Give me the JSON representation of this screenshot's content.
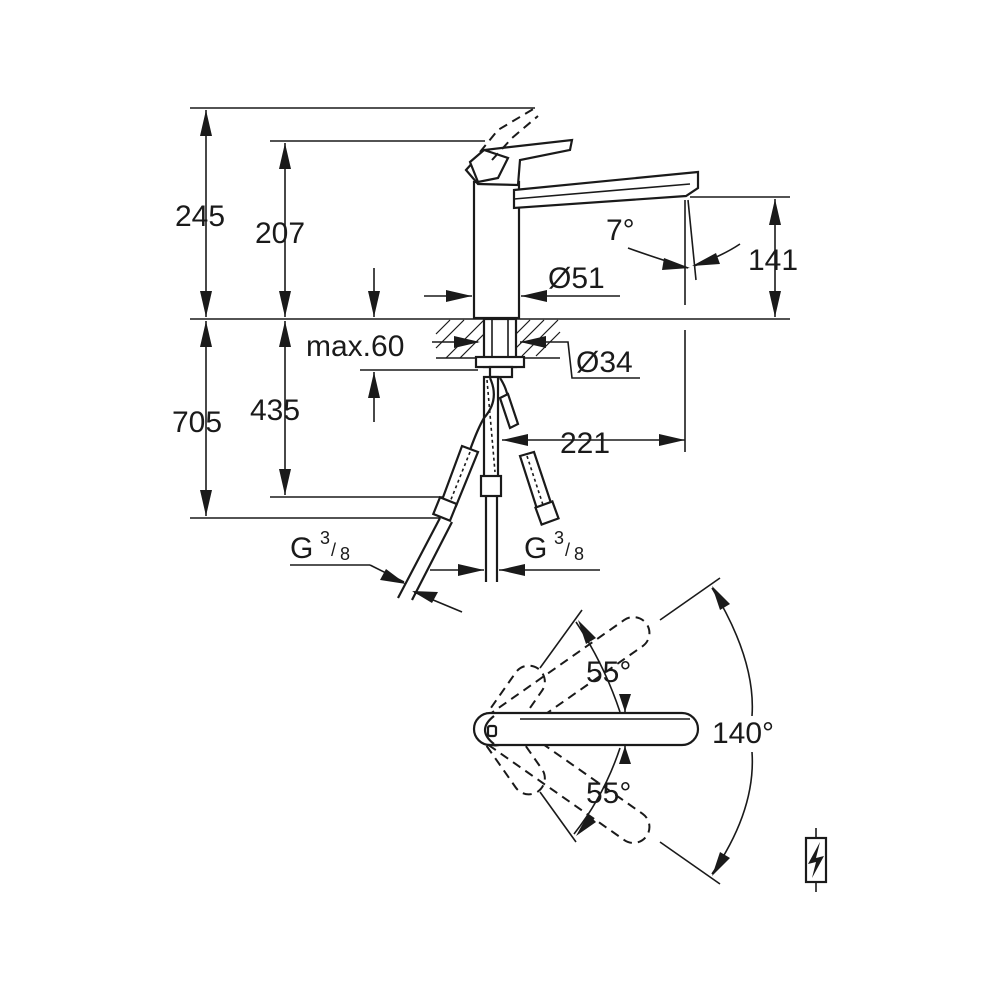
{
  "dimensions": {
    "total_height": "245",
    "spout_height": "207",
    "outlet_height": "141",
    "spout_angle": "7°",
    "body_diameter": "Ø51",
    "thread_diameter": "Ø34",
    "max_deck": "max.60",
    "hose_length_total": "705",
    "hose_length": "435",
    "reach": "221",
    "connection_left": "G",
    "connection_right": "G",
    "fraction_num": "3",
    "fraction_den": "8"
  },
  "top_view": {
    "angle_upper": "55°",
    "angle_lower": "55°",
    "swivel_range": "140°"
  },
  "icons": {
    "electrical_symbol": "lightning-bolt-icon"
  }
}
